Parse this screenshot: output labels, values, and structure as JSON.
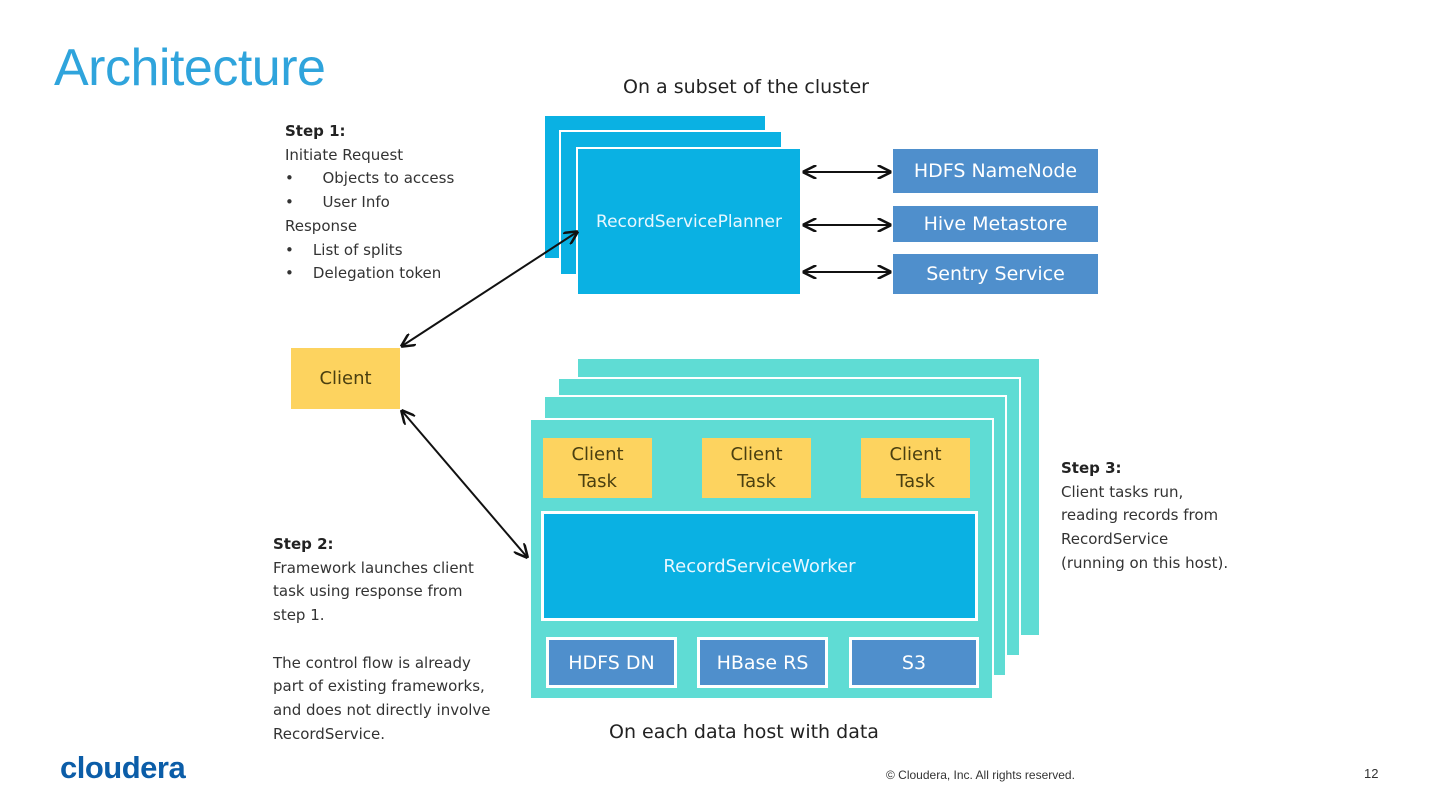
{
  "slide": {
    "title": "Architecture",
    "logo": "cloudera",
    "copyright": "© Cloudera, Inc. All rights reserved.",
    "page_number": "12"
  },
  "diagram": {
    "top_caption": "On a subset of the cluster",
    "bottom_caption": "On each data host with data",
    "planner_label": "RecordServicePlanner",
    "planner_services": [
      "HDFS NameNode",
      "Hive Metastore",
      "Sentry Service"
    ],
    "client_label": "Client",
    "client_tasks": [
      {
        "line1": "Client",
        "line2": "Task"
      },
      {
        "line1": "Client",
        "line2": "Task"
      },
      {
        "line1": "Client",
        "line2": "Task"
      }
    ],
    "worker_label": "RecordServiceWorker",
    "storage": [
      "HDFS DN",
      "HBase RS",
      "S3"
    ],
    "colors": {
      "title": "#2fa4dc",
      "planner": "#0ab1e3",
      "service": "#4f8fcc",
      "host": "#5fdcd4",
      "client": "#fdd35f",
      "logo": "#0b5da8"
    }
  },
  "steps": {
    "step1": {
      "heading": "Step 1:",
      "request_label": "Initiate Request",
      "request_items": [
        "Objects to access",
        "User Info"
      ],
      "response_label": "Response",
      "response_items": [
        "List of splits",
        "Delegation token"
      ]
    },
    "step2": {
      "heading": "Step 2:",
      "lines": [
        "Framework launches client",
        "task using response from",
        "step 1."
      ],
      "lines2": [
        "The control flow is already",
        "part of existing frameworks,",
        "and does not directly involve",
        "RecordService."
      ]
    },
    "step3": {
      "heading": "Step 3:",
      "lines": [
        "Client tasks run,",
        "reading records from",
        "RecordService",
        "(running on this host)."
      ]
    }
  }
}
